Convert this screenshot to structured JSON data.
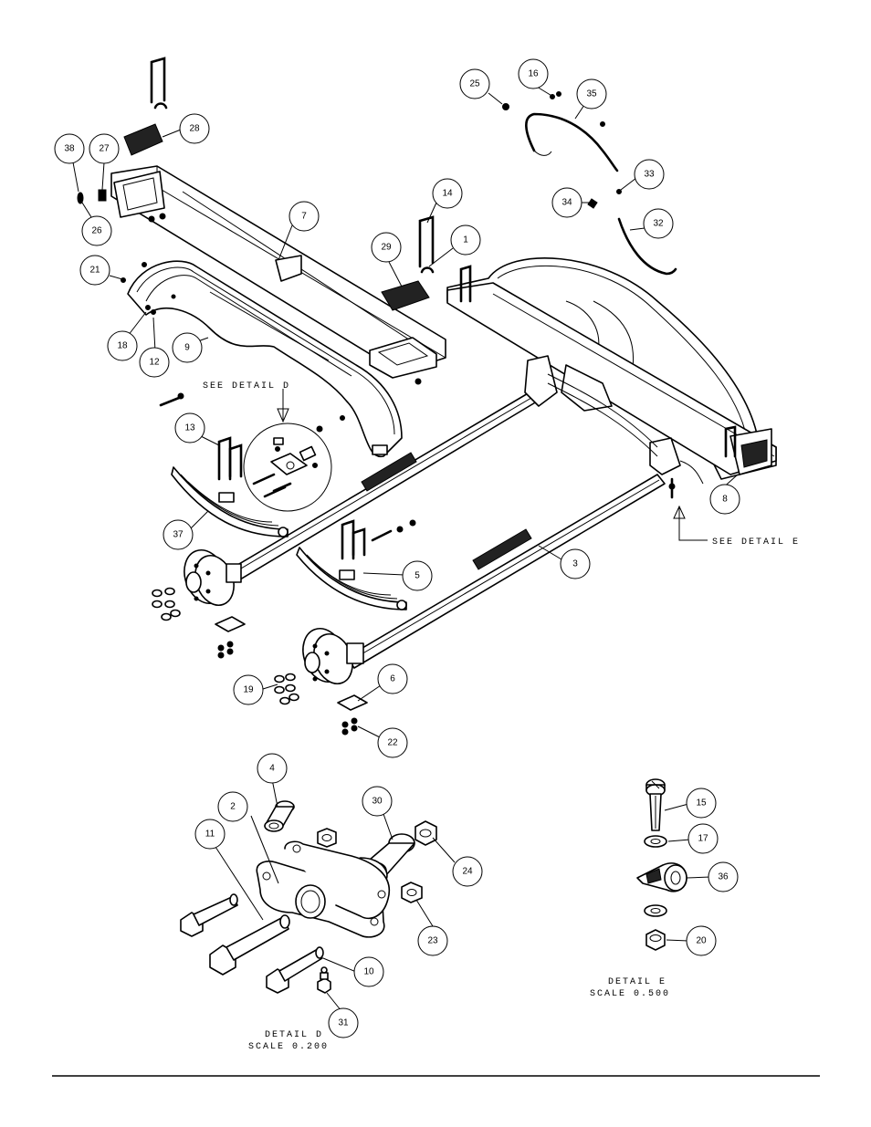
{
  "detail_d": {
    "see_label": "SEE DETAIL D",
    "title": "DETAIL D",
    "scale": "SCALE 0.200"
  },
  "detail_e": {
    "see_label": "SEE DETAIL E",
    "title": "DETAIL E",
    "scale": "SCALE 0.500"
  },
  "balloons": [
    "1",
    "2",
    "3",
    "4",
    "5",
    "6",
    "7",
    "8",
    "9",
    "10",
    "11",
    "12",
    "13",
    "14",
    "15",
    "16",
    "17",
    "18",
    "19",
    "20",
    "21",
    "22",
    "23",
    "24",
    "25",
    "26",
    "27",
    "28",
    "29",
    "30",
    "31",
    "32",
    "33",
    "34",
    "35",
    "36",
    "37",
    "38"
  ]
}
